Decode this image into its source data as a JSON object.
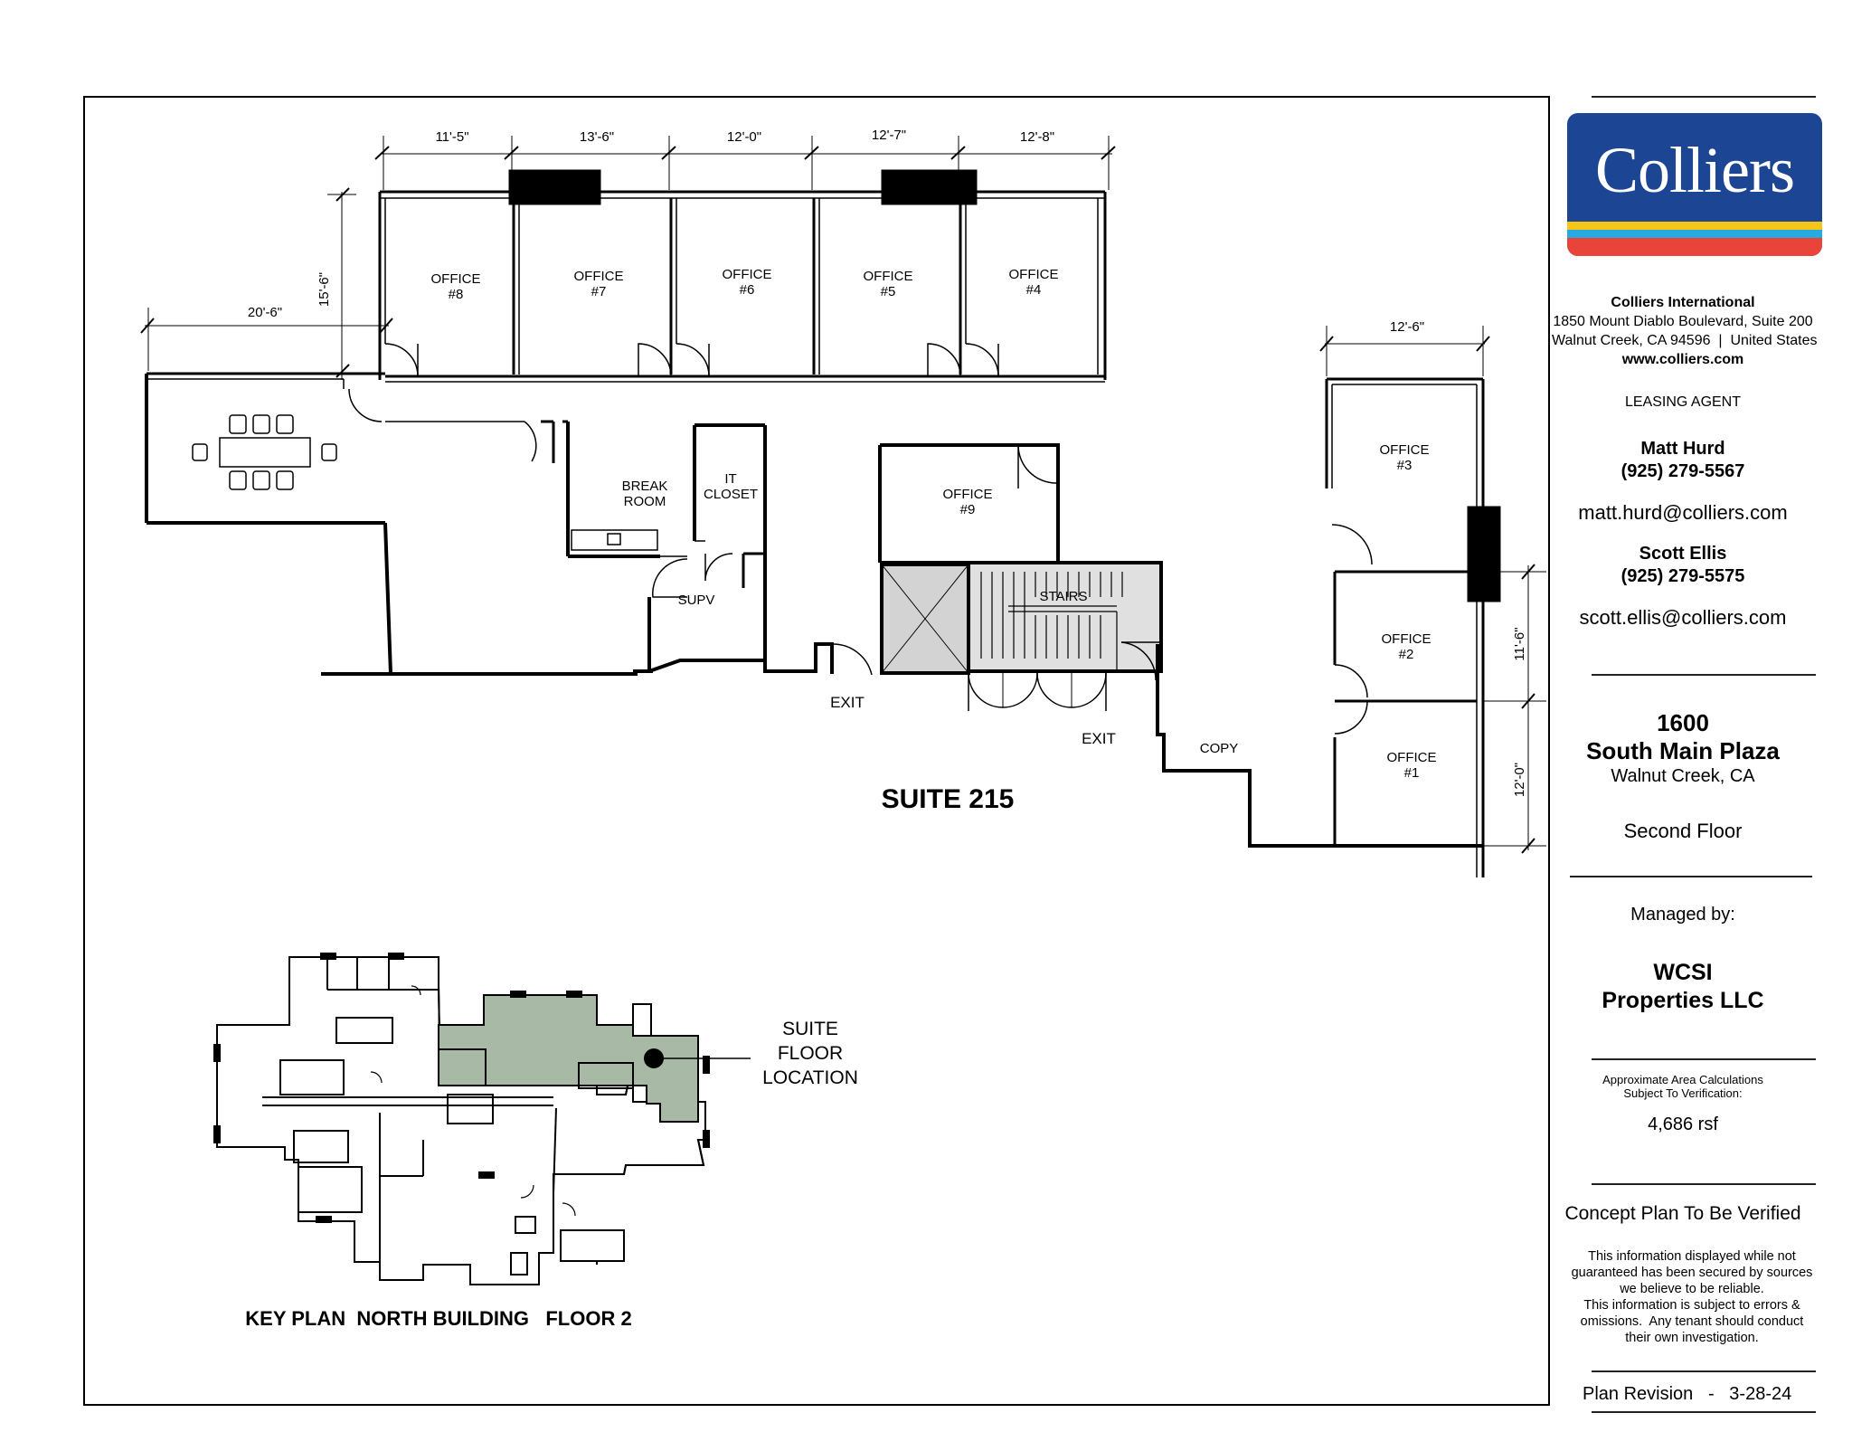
{
  "plan": {
    "suite_title": "SUITE 215",
    "key_plan_title": "KEY PLAN  NORTH BUILDING   FLOOR 2",
    "suite_floor_location": [
      "SUITE",
      "FLOOR",
      "LOCATION"
    ],
    "rooms": {
      "office8": [
        "OFFICE",
        "#8"
      ],
      "office7": [
        "OFFICE",
        "#7"
      ],
      "office6": [
        "OFFICE",
        "#6"
      ],
      "office5": [
        "OFFICE",
        "#5"
      ],
      "office4": [
        "OFFICE",
        "#4"
      ],
      "office3": [
        "OFFICE",
        "#3"
      ],
      "office2": [
        "OFFICE",
        "#2"
      ],
      "office1": [
        "OFFICE",
        "#1"
      ],
      "office9": [
        "OFFICE",
        "#9"
      ],
      "break_room": [
        "BREAK",
        "ROOM"
      ],
      "it_closet": [
        "IT",
        "CLOSET"
      ],
      "supv": "SUPV",
      "stairs": "STAIRS",
      "exit_left": "EXIT",
      "exit_right": "EXIT",
      "copy": "COPY"
    },
    "dimensions": {
      "d1": "11'-5\"",
      "d2": "13'-6\"",
      "d3": "12'-0\"",
      "d4": "12'-7\"",
      "d5": "12'-8\"",
      "conf_width": "20'-6\"",
      "conf_depth": "15'-6\"",
      "right_width": "12'-6\"",
      "right_upper": "11'-6\"",
      "right_lower": "12'-0\""
    }
  },
  "colors": {
    "brand_blue": "#1c4594",
    "brand_yellow": "#f5c518",
    "brand_lightblue": "#27a9e1",
    "brand_red": "#e8443a",
    "suite_highlight": "#a8b9a6",
    "elevator_fill": "#d3d3d3"
  },
  "sidebar": {
    "logo_text": "Colliers",
    "company": {
      "name": "Colliers International",
      "address1": "1850 Mount Diablo Boulevard, Suite 200",
      "address2": "Walnut Creek, CA 94596  |  United States",
      "website": "www.colliers.com"
    },
    "leasing_agent_label": "LEASING AGENT",
    "agents": [
      {
        "name": "Matt Hurd",
        "phone": "(925) 279-5567",
        "email": "matt.hurd@colliers.com"
      },
      {
        "name": "Scott Ellis",
        "phone": "(925) 279-5575",
        "email": "scott.ellis@colliers.com"
      }
    ],
    "property": {
      "number": "1600",
      "name": "South Main Plaza",
      "city": "Walnut Creek, CA",
      "floor": "Second Floor"
    },
    "managed_by_label": "Managed by:",
    "manager": [
      "WCSI",
      "Properties LLC"
    ],
    "area_note": [
      "Approximate Area Calculations",
      "Subject To Verification:"
    ],
    "area": "4,686 rsf",
    "concept_note": "Concept Plan To Be Verified",
    "disclaimer": [
      "This information displayed while not",
      "guaranteed has been secured by sources",
      "we believe to be reliable.",
      "This information is subject to errors &",
      "omissions.  Any tenant should conduct",
      "their own investigation."
    ],
    "revision_label": "Plan Revision   -",
    "revision_date": "3-28-24"
  }
}
